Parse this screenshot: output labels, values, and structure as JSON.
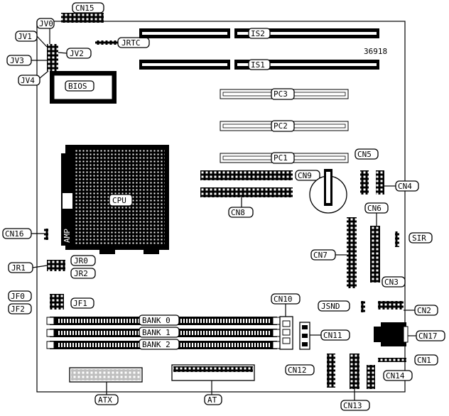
{
  "diagram": {
    "board_number": "36918",
    "labels": {
      "cn15": "CN15",
      "jv0": "JV0",
      "jv1": "JV1",
      "jv2": "JV2",
      "jv3": "JV3",
      "jv4": "JV4",
      "jrtc": "JRTC",
      "bios": "BIOS",
      "is1": "IS1",
      "is2": "IS2",
      "pc1": "PC1",
      "pc2": "PC2",
      "pc3": "PC3",
      "cpu": "CPU",
      "amp": "AMP",
      "cn9": "CN9",
      "cn8": "CN8",
      "cn5": "CN5",
      "cn4": "CN4",
      "cn6": "CN6",
      "sir": "SIR",
      "cn7": "CN7",
      "cn16": "CN16",
      "jr0": "JR0",
      "jr1": "JR1",
      "jr2": "JR2",
      "cn3": "CN3",
      "jf0": "JF0",
      "jf1": "JF1",
      "jf2": "JF2",
      "jsnd": "JSND",
      "cn2": "CN2",
      "cn10": "CN10",
      "cn11": "CN11",
      "cn17": "CN17",
      "bank0": "BANK 0",
      "bank1": "BANK 1",
      "bank2": "BANK 2",
      "cn1": "CN1",
      "cn12": "CN12",
      "cn14": "CN14",
      "cn13": "CN13",
      "atx": "ATX",
      "at": "AT"
    }
  }
}
